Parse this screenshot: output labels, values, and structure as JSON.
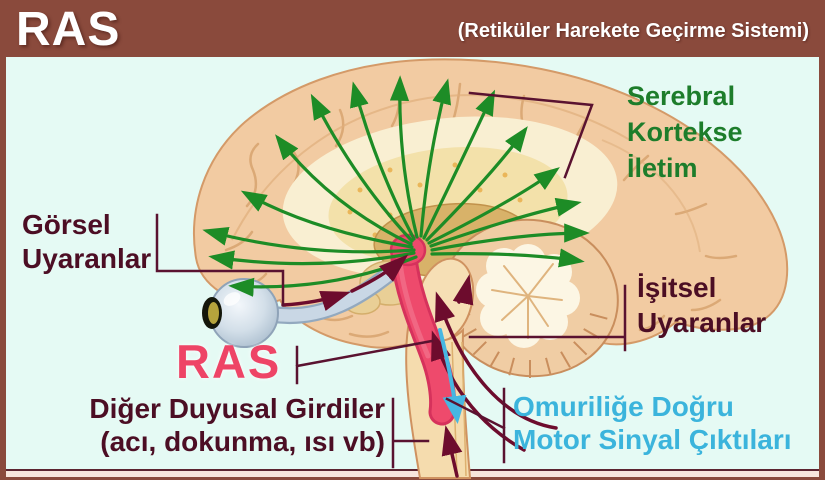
{
  "header": {
    "title": "RAS",
    "subtitle": "(Retiküler Harekete Geçirme Sistemi)"
  },
  "labels": {
    "cerebral_cortex": {
      "lines": [
        "Serebral",
        "Kortekse",
        "İletim"
      ]
    },
    "visual_stimuli": {
      "lines": [
        "Görsel",
        "Uyaranlar"
      ]
    },
    "auditory_stimuli": {
      "lines": [
        "İşitsel",
        "Uyaranlar"
      ]
    },
    "ras_core": {
      "text": "RAS"
    },
    "other_sensory": {
      "lines": [
        "Diğer Duyusal Girdiler",
        "(acı, dokunma, ısı vb)"
      ]
    },
    "motor_output": {
      "lines": [
        "Omuriliğe Doğru",
        "Motor Sinyal Çıktıları"
      ]
    }
  },
  "colors": {
    "frame": "#8a4a3c",
    "background": "#e5faf4",
    "green_text": "#1d7d2b",
    "green_arrow": "#1d8c26",
    "maroon_text": "#4c0e24",
    "connector_line": "#5a1230",
    "dark_arrow": "#6d0c2d",
    "ras_pink": "#ee4a6c",
    "cyan_text": "#3bb4dc",
    "bottom_strip": "#f7e5dc"
  }
}
